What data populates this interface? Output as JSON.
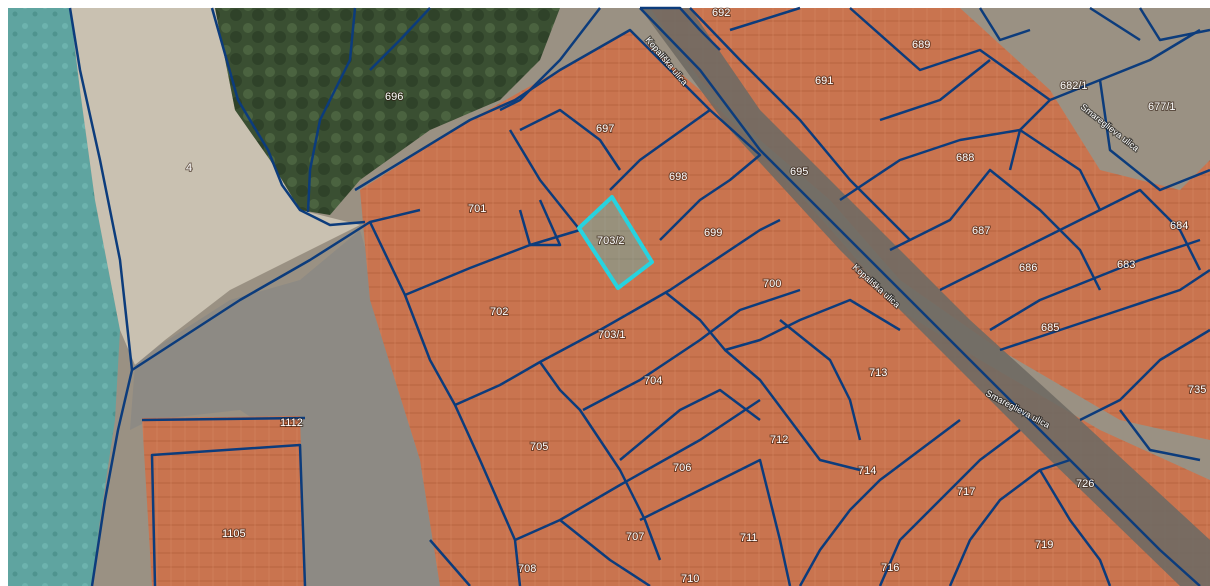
{
  "map": {
    "parcel_line_color": "#0c3c7c",
    "selected_outline_color": "#27d3df",
    "selected_parcel": "703/2",
    "parcel_labels": [
      "692",
      "689",
      "691",
      "682/1",
      "677/1",
      "696",
      "697",
      "698",
      "695",
      "688",
      "4",
      "701",
      "703/2",
      "699",
      "687",
      "684",
      "700",
      "686",
      "683",
      "702",
      "703/1",
      "685",
      "713",
      "735",
      "704",
      "1112",
      "712",
      "705",
      "706",
      "726",
      "714",
      "717",
      "1105",
      "707",
      "711",
      "719",
      "708",
      "716",
      "710"
    ],
    "street_labels": [
      "Kopališka ulica",
      "Kopališka ulica",
      "Smareglieva ulica",
      "Smareglieva ulica"
    ]
  }
}
